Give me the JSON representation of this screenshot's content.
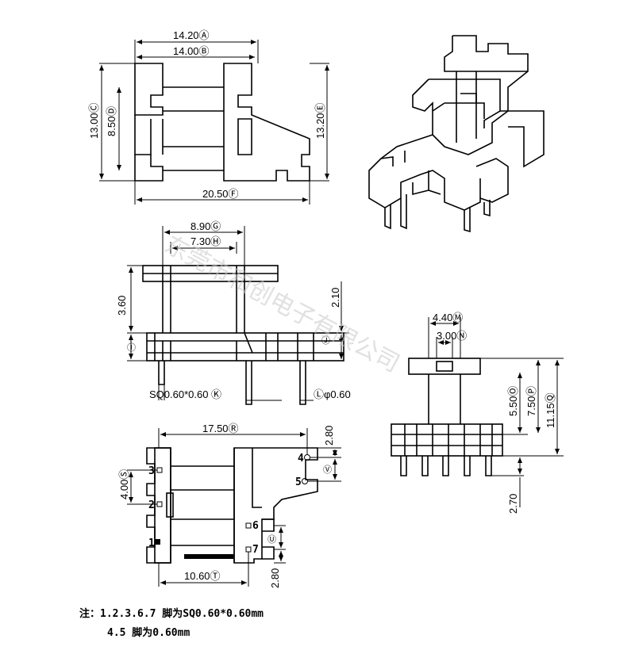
{
  "dimensions": {
    "top_width_outer": "14.20Ⓐ",
    "top_width_inner": "14.00Ⓑ",
    "top_height_left": "13.00Ⓒ",
    "top_inner_height": "8.50Ⓓ",
    "top_height_right": "13.20Ⓔ",
    "top_overall_length": "20.50Ⓕ",
    "front_outer_width": "8.90Ⓖ",
    "front_inner_width": "7.30Ⓗ",
    "front_height_left": "3.60",
    "front_height_right": "2.10",
    "front_marker_left": "Ⓘ",
    "front_marker_right": "Ⓙ",
    "pin_square": "SQ0.60*0.60 Ⓚ",
    "pin_round": "Ⓛφ0.60",
    "side_outer_width": "4.40Ⓜ",
    "side_inner_width": "3.00Ⓝ",
    "side_h1": "5.50Ⓞ",
    "side_h2": "7.50Ⓟ",
    "side_h3": "11.15Ⓠ",
    "side_pin_length": "2.70",
    "bottom_length": "17.50Ⓡ",
    "bottom_pitch_left": "4.00Ⓢ",
    "bottom_width": "10.60Ⓣ",
    "bottom_top_right": "2.80",
    "bottom_right_marker_v": "Ⓥ",
    "bottom_right_marker_u": "Ⓤ",
    "bottom_bottom_right": "2.80"
  },
  "pins": {
    "p1": "1",
    "p2": "2",
    "p3": "3",
    "p4": "4",
    "p5": "5",
    "p6": "6",
    "p7": "7"
  },
  "watermark": "东莞市和创电子有限公司",
  "notes": {
    "line1": "注：1.2.3.6.7 脚为SQ0.60*0.60mm",
    "line2": "4.5 脚为0.60mm"
  }
}
